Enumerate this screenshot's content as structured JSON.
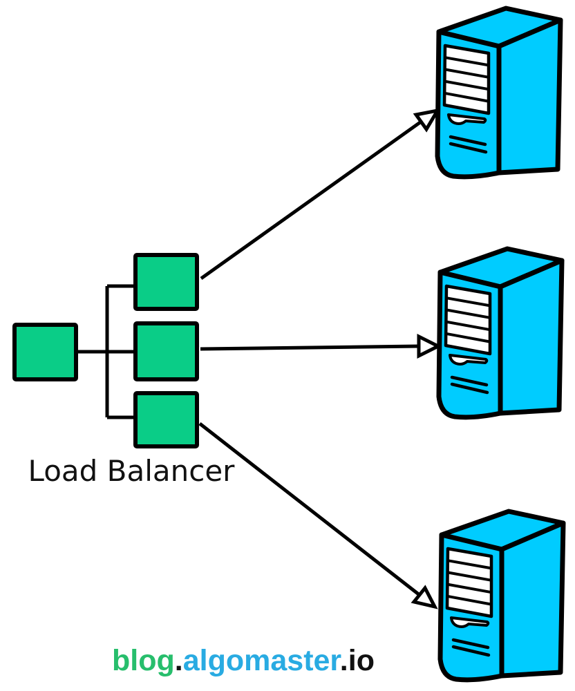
{
  "colors": {
    "box_green": "#0ACD87",
    "server_cyan": "#00CCFF",
    "outline": "#000000",
    "label_text": "#111111",
    "footer_blog": "#27BE6C",
    "footer_algomaster": "#29ABE2",
    "footer_dark": "#111111"
  },
  "diagram": {
    "label": "Load Balancer",
    "client_count": 1,
    "balancer_port_count": 3,
    "server_count": 3
  },
  "footer": {
    "parts": [
      {
        "text": "blog",
        "color": "#27BE6C"
      },
      {
        "text": ".",
        "color": "#111111"
      },
      {
        "text": "algomaster",
        "color": "#29ABE2"
      },
      {
        "text": ".",
        "color": "#111111"
      },
      {
        "text": "io",
        "color": "#111111"
      }
    ]
  }
}
